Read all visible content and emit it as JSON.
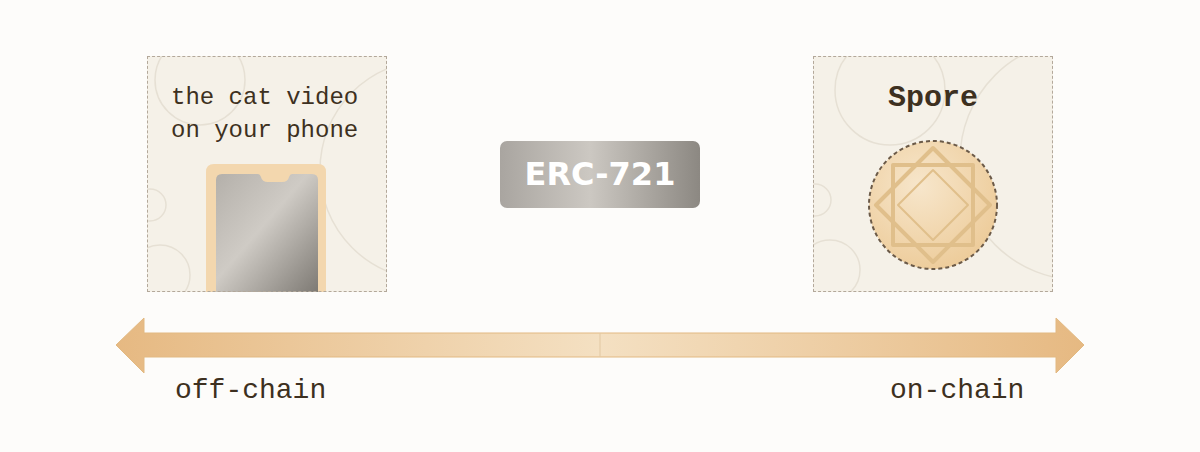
{
  "diagram": {
    "nodes": [
      {
        "text": [
          "the cat video on your phone"
        ]
      },
      {
        "text": [
          "ERC-721"
        ]
      },
      {
        "text": [
          "Spore"
        ]
      }
    ],
    "labels": [
      "off-chain",
      "on-chain"
    ]
  }
}
